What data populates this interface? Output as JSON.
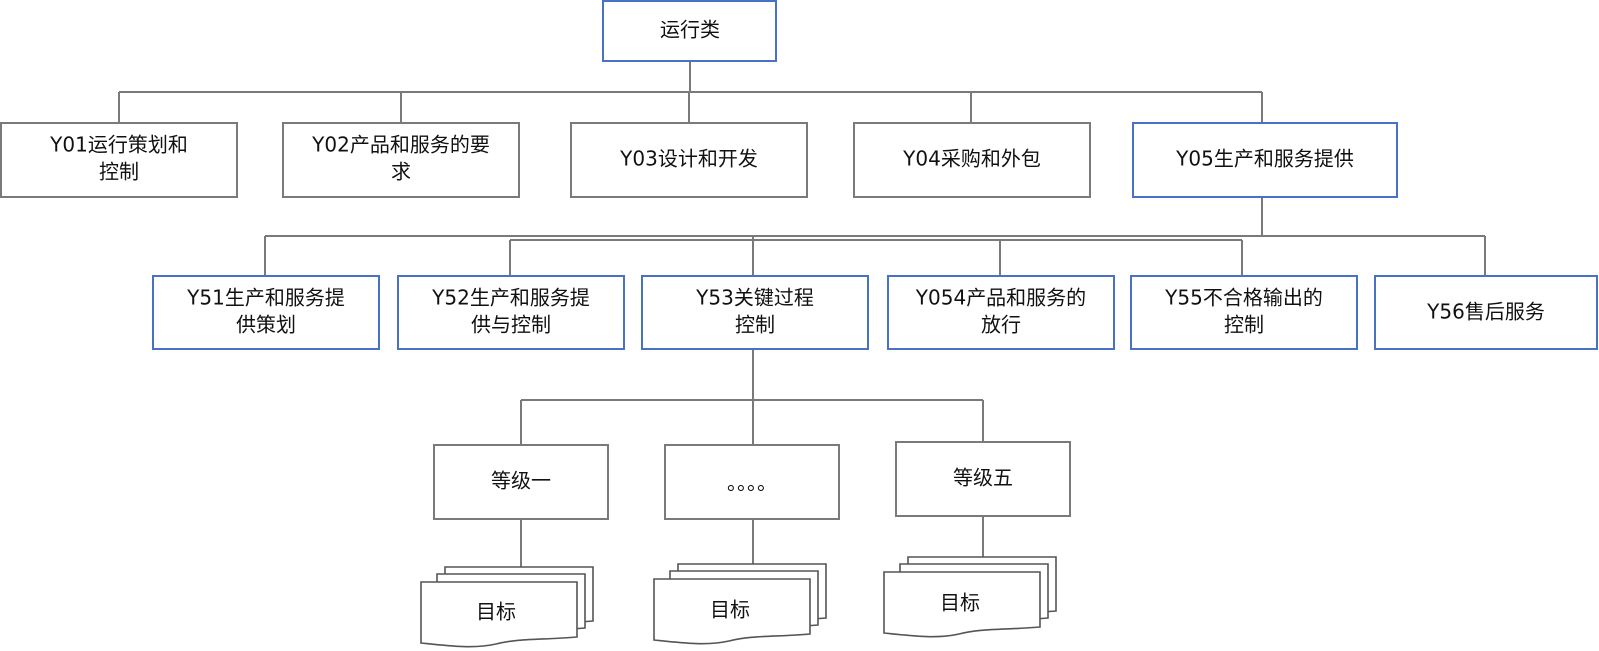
{
  "colors": {
    "blue_border": "#4a72c4",
    "gray_border": "#7a7a7a",
    "line": "#7a7a7a",
    "text": "#111111"
  },
  "root": {
    "lines": [
      "运行类"
    ]
  },
  "level1": [
    {
      "id": "y01",
      "lines": [
        "Y01运行策划和",
        "控制"
      ]
    },
    {
      "id": "y02",
      "lines": [
        "Y02产品和服务的要",
        "求"
      ]
    },
    {
      "id": "y03",
      "lines": [
        "Y03设计和开发"
      ]
    },
    {
      "id": "y04",
      "lines": [
        "Y04采购和外包"
      ]
    },
    {
      "id": "y05",
      "lines": [
        "Y05生产和服务提供"
      ]
    }
  ],
  "level2": [
    {
      "id": "y51",
      "lines": [
        "Y51生产和服务提",
        "供策划"
      ]
    },
    {
      "id": "y52",
      "lines": [
        "Y52生产和服务提",
        "供与控制"
      ]
    },
    {
      "id": "y53",
      "lines": [
        "Y53关键过程",
        "控制"
      ]
    },
    {
      "id": "y054",
      "lines": [
        "Y054产品和服务的",
        "放行"
      ]
    },
    {
      "id": "y55",
      "lines": [
        "Y55不合格输出的",
        "控制"
      ]
    },
    {
      "id": "y56",
      "lines": [
        "Y56售后服务"
      ]
    }
  ],
  "level3": [
    {
      "id": "grade1",
      "lines": [
        "等级一"
      ]
    },
    {
      "id": "ellipsis",
      "lines": [
        "。。。。"
      ]
    },
    {
      "id": "grade5",
      "lines": [
        "等级五"
      ]
    }
  ],
  "documents": [
    {
      "id": "doc1",
      "label": "目标"
    },
    {
      "id": "doc2",
      "label": "目标"
    },
    {
      "id": "doc3",
      "label": "目标"
    }
  ]
}
